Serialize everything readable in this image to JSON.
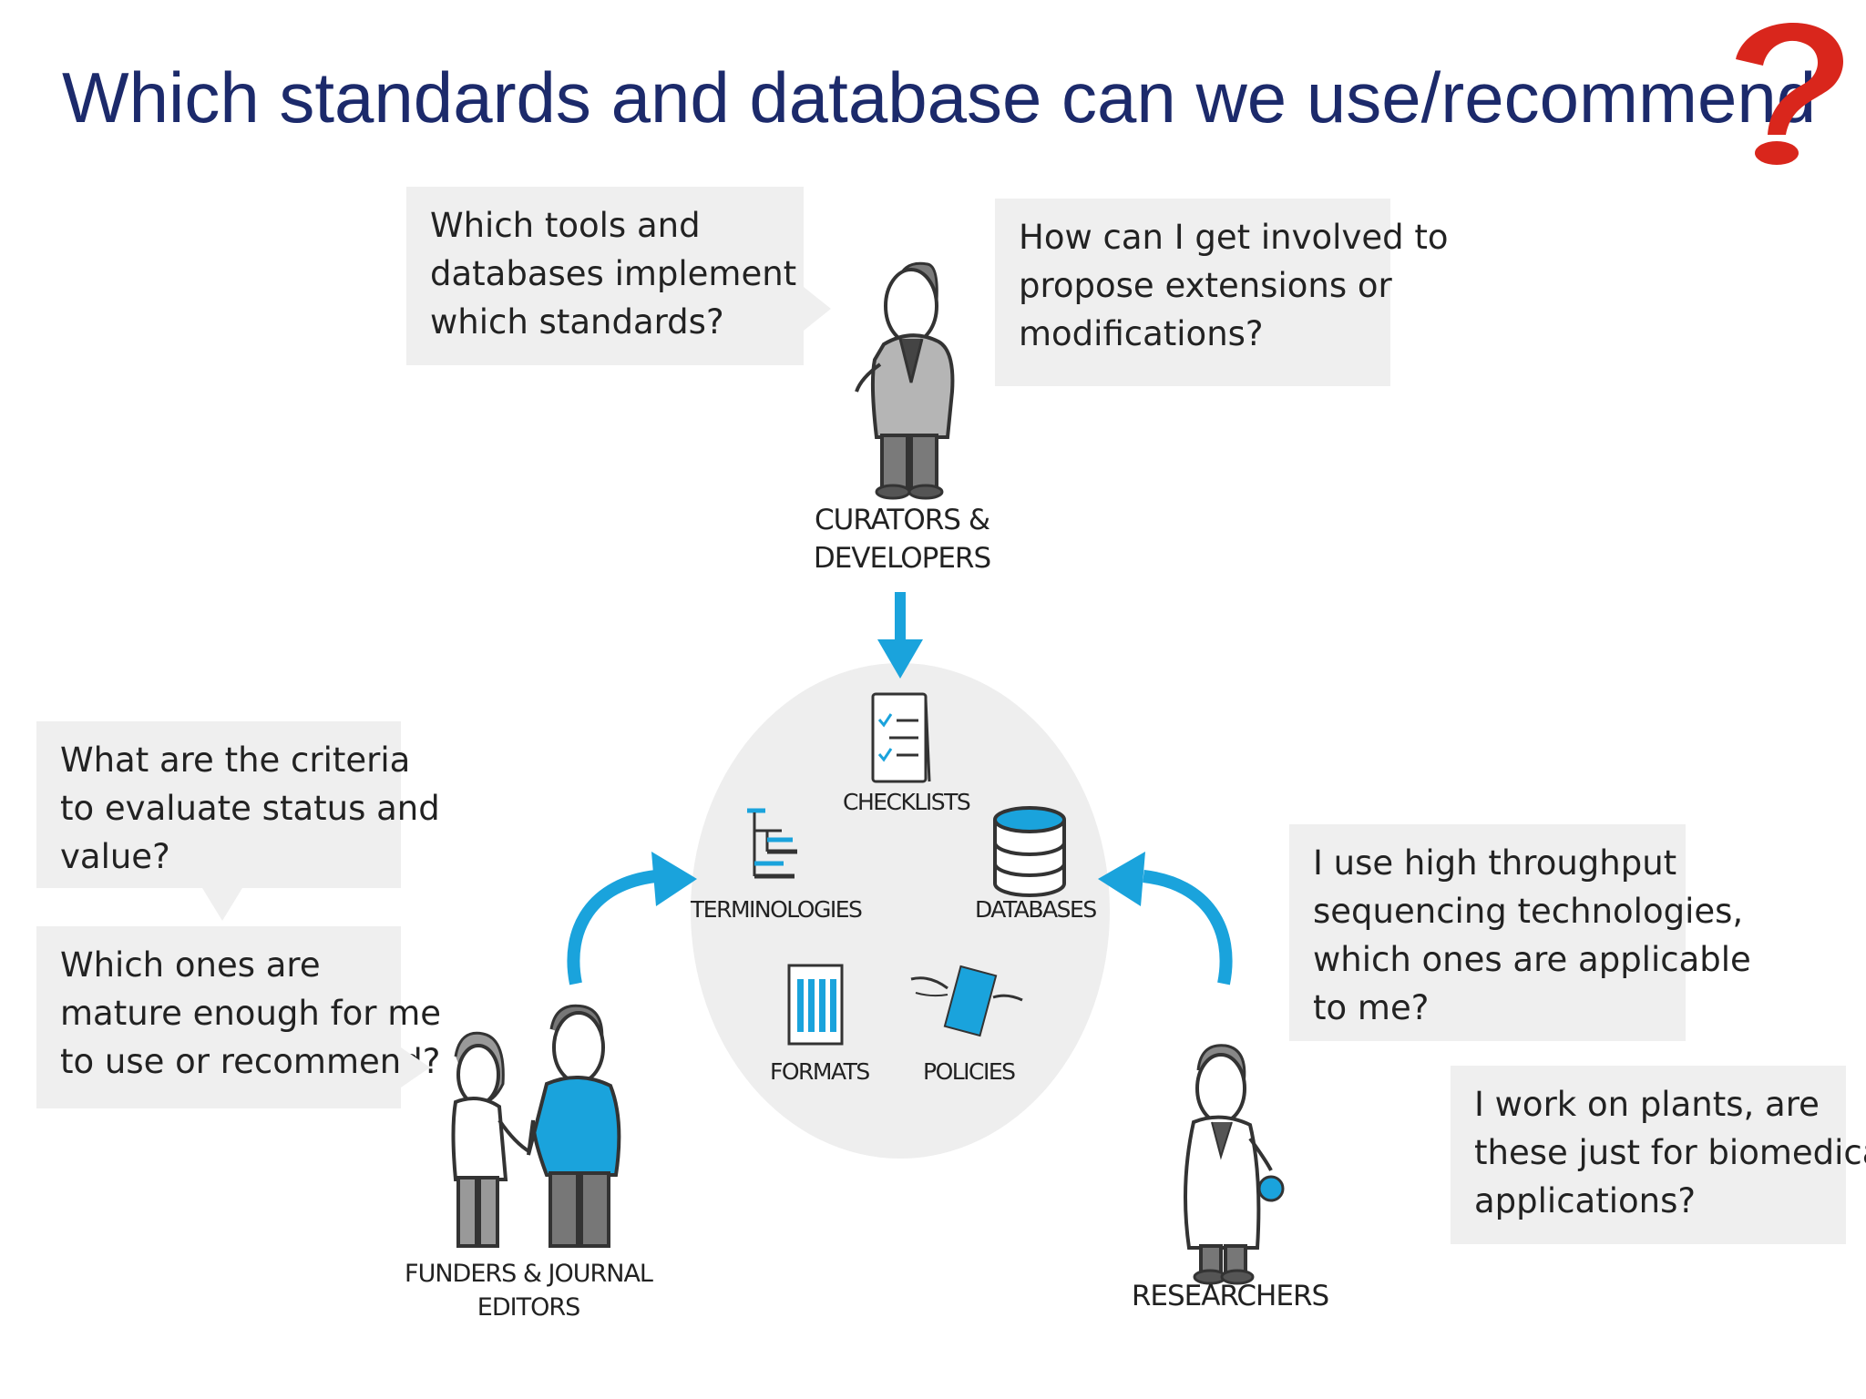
{
  "title": "Which standards and database can we use/recommend",
  "bubbles": {
    "tools": [
      "Which tools and",
      "databases implement",
      "which standards?"
    ],
    "involved": [
      "How can I get involved to",
      "propose extensions or",
      "modifications?"
    ],
    "criteria": [
      "What are the criteria",
      "to evaluate status and",
      "value?"
    ],
    "mature": [
      "Which ones are",
      "mature enough for me",
      "to use or recommend?"
    ],
    "throughput": [
      "I use high throughput",
      "sequencing technologies,",
      "which ones are applicable",
      "to me?"
    ],
    "plants": [
      "I work on plants, are",
      "these just for biomedical",
      "applications?"
    ]
  },
  "roles": {
    "curators": [
      "CURATORS &",
      "DEVELOPERS"
    ],
    "funders": [
      "FUNDERS & JOURNAL",
      "EDITORS"
    ],
    "researchers": [
      "RESEARCHERS"
    ]
  },
  "categories": {
    "checklists": "CHECKLISTS",
    "terminologies": "TERMINOLOGIES",
    "databases": "DATABASES",
    "formats": "FORMATS",
    "policies": "POLICIES"
  },
  "colors": {
    "title": "#1c2a6b",
    "accent_blue": "#1aa3dc",
    "question_mark": "#d9261c",
    "bubble_bg": "#efefef",
    "hub_bg": "#eeeeee"
  }
}
